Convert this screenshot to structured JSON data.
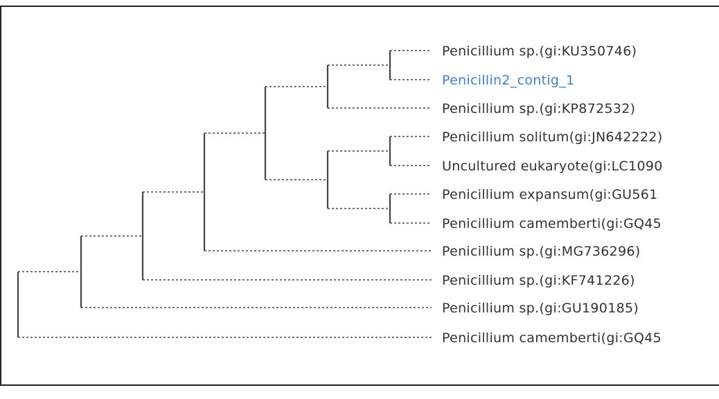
{
  "tree": {
    "highlight_color": "#3a82dc",
    "line_color": "#444444",
    "text_color": "#333333",
    "leaves": [
      {
        "label": "Penicillium sp.(gi:KU350746)",
        "highlight": false
      },
      {
        "label": "Penicillin2_contig_1",
        "highlight": true
      },
      {
        "label": "Penicillium sp.(gi:KP872532)",
        "highlight": false
      },
      {
        "label": "Penicillium solitum(gi:JN642222)",
        "highlight": false
      },
      {
        "label": "Uncultured eukaryote(gi:LC1090",
        "highlight": false
      },
      {
        "label": "Penicillium expansum(gi:GU561",
        "highlight": false
      },
      {
        "label": "Penicillium camemberti(gi:GQ45",
        "highlight": false
      },
      {
        "label": "Penicillium sp.(gi:MG736296)",
        "highlight": false
      },
      {
        "label": "Penicillium sp.(gi:KF741226)",
        "highlight": false
      },
      {
        "label": "Penicillium sp.(gi:GU190185)",
        "highlight": false
      },
      {
        "label": "Penicillium camemberti(gi:GQ45",
        "highlight": false
      }
    ]
  }
}
